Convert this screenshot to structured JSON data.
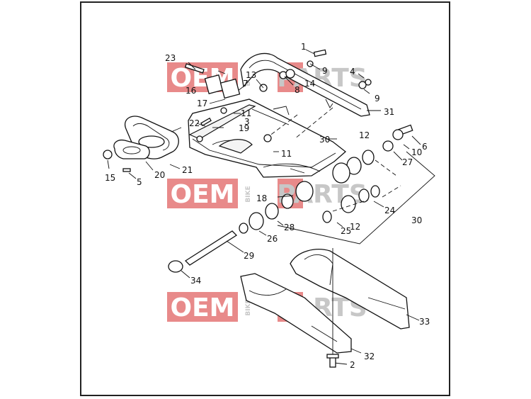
{
  "diagram": {
    "watermark": {
      "brand_left": "OEM",
      "brand_small": "BIKE",
      "brand_right": "PARTS"
    },
    "callouts": [
      "1",
      "2",
      "3",
      "4",
      "5",
      "6",
      "7",
      "8",
      "9",
      "9",
      "10",
      "11",
      "11",
      "12",
      "12",
      "13",
      "14",
      "15",
      "16",
      "17",
      "18",
      "19",
      "20",
      "21",
      "22",
      "23",
      "24",
      "25",
      "26",
      "27",
      "28",
      "29",
      "30",
      "30",
      "31",
      "32",
      "33",
      "34"
    ],
    "colors": {
      "line": "#111111",
      "watermark_red": "#d62b2b",
      "watermark_gray": "#9a9a9a"
    }
  }
}
